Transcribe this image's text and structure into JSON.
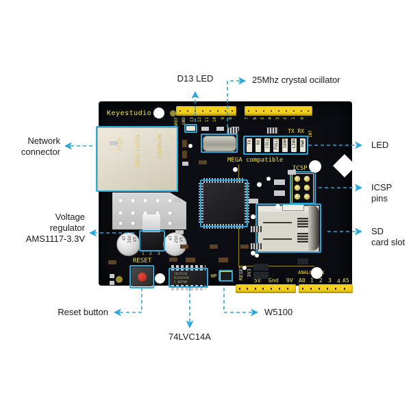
{
  "figure": {
    "subject": "Keyestudio W5100 Ethernet Shield annotated board photo",
    "background_color": "#ffffff",
    "accent_color": "#29a8dc",
    "label_color": "#1a1a1a",
    "silkscreen_color": "#f0e14a",
    "pcb_color": "#0b0d12",
    "header_color": "#f4d11a"
  },
  "callouts": [
    {
      "id": "d13-led",
      "text": "D13 LED",
      "align": "center",
      "arrow": "up"
    },
    {
      "id": "crystal",
      "text": "25Mhz crystal ocillator",
      "align": "left",
      "arrow": "right"
    },
    {
      "id": "network-connector",
      "text": "Network\nconnector",
      "align": "right",
      "arrow": "right"
    },
    {
      "id": "led",
      "text": "LED",
      "align": "left",
      "arrow": "right"
    },
    {
      "id": "icsp-pins",
      "text": "ICSP\npins",
      "align": "left",
      "arrow": "right"
    },
    {
      "id": "voltage-regulator",
      "text": "Voltage\nregulator\nAMS1117-3.3V",
      "align": "right",
      "arrow": "right"
    },
    {
      "id": "sd-card-slot",
      "text": "SD\ncard slot",
      "align": "left",
      "arrow": "right"
    },
    {
      "id": "reset-button",
      "text": "Reset button",
      "align": "right",
      "arrow": "left"
    },
    {
      "id": "ic-74lvc14a",
      "text": "74LVC14A",
      "align": "center",
      "arrow": "down"
    },
    {
      "id": "w5100",
      "text": "W5100",
      "align": "left",
      "arrow": "right"
    }
  ],
  "board": {
    "brand": "Keyestudio",
    "mega_compatible": "MEGA compatible",
    "reset_silk": "RESET",
    "icsp_silk": "ICSP",
    "txrx_silk": "TX RX",
    "int_silk": "INT",
    "jp_silk": "WP",
    "analog_in_silk": "ANALOG IN",
    "eth_module_text": [
      "HANRUN",
      "HR911105A",
      "2210"
    ],
    "digital_pin_labels_left": [
      "AREF",
      "GND",
      "13",
      "12",
      "11",
      "10",
      "9",
      "8"
    ],
    "digital_pin_labels_right": [
      "7",
      "6",
      "5",
      "4",
      "3",
      "2",
      "1",
      "0"
    ],
    "power_pin_labels": [
      "RESET",
      "3V3",
      "5V",
      "Gnd",
      "9V"
    ],
    "analog_pin_labels": [
      "A0",
      "1",
      "2",
      "3",
      "4",
      "A5"
    ],
    "led_labels": [
      "TX",
      "RX",
      "COLL",
      "FULLD",
      "100M",
      "LINK",
      "PWR"
    ],
    "cap_text": [
      "47",
      "25V",
      "VT"
    ],
    "regulator_pin_numbers": [
      "1",
      "2",
      "3"
    ],
    "ic_text": [
      "74LVC14A",
      "SL542241B",
      "2 48A7B8"
    ]
  }
}
